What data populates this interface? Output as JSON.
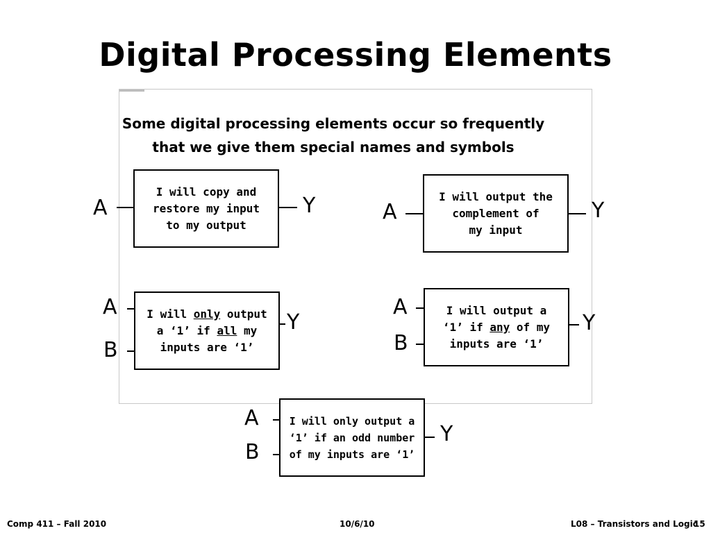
{
  "slide": {
    "title": "Digital Processing Elements",
    "subtitle_line1": "Some digital processing elements occur so frequently",
    "subtitle_line2": "that we give them special names and symbols"
  },
  "elements": {
    "buffer": {
      "input_a": "A",
      "output_y": "Y",
      "text": "I will copy and\nrestore my input\nto my output"
    },
    "inverter": {
      "input_a": "A",
      "output_y": "Y",
      "text": "I will output the\ncomplement of\nmy input"
    },
    "and_gate": {
      "input_a": "A",
      "input_b": "B",
      "output_y": "Y",
      "line1_pre": "I will ",
      "line1_u": "only",
      "line1_post": " output",
      "line2_pre": "a ‘1’ if ",
      "line2_u": "all",
      "line2_post": " my",
      "line3": "inputs are ‘1’"
    },
    "or_gate": {
      "input_a": "A",
      "input_b": "B",
      "output_y": "Y",
      "line1": "I will output a",
      "line2_pre": "‘1’ if ",
      "line2_u": "any",
      "line2_post": " of my",
      "line3": "inputs are ‘1’"
    },
    "xor_gate": {
      "input_a": "A",
      "input_b": "B",
      "output_y": "Y",
      "text": "I will only output a\n‘1’ if an odd number\nof my inputs are ‘1’"
    }
  },
  "footer": {
    "left": "Comp 411 – Fall 2010",
    "center": "10/6/10",
    "right": "L08 – Transistors and Logic",
    "page": "15"
  }
}
